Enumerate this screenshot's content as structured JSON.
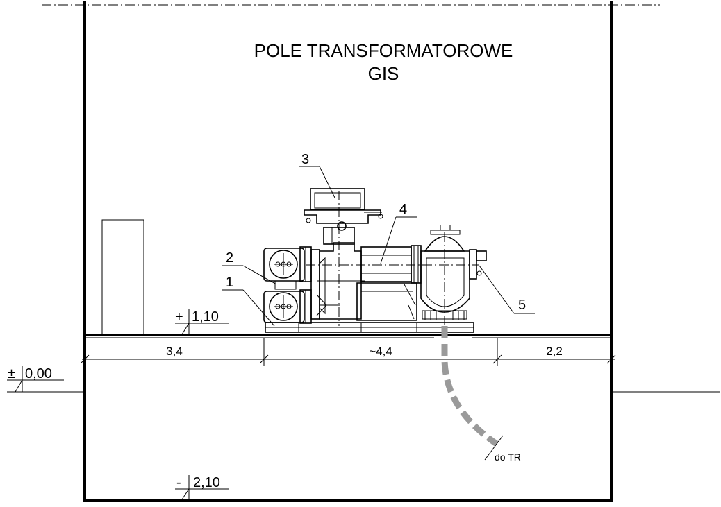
{
  "title": {
    "line1": "POLE TRANSFORMATOROWE",
    "line2": "GIS"
  },
  "callouts": {
    "c1": "1",
    "c2": "2",
    "c3": "3",
    "c4": "4",
    "c5": "5"
  },
  "levels": {
    "floor_sign": "+",
    "floor_value": "1,10",
    "ground_sign": "±",
    "ground_value": "0,00",
    "basement_sign": "-",
    "basement_value": "2,10"
  },
  "dimensions": {
    "left": "3,4",
    "middle": "~4,4",
    "right": "2,2"
  },
  "cable": {
    "label": "do TR"
  }
}
